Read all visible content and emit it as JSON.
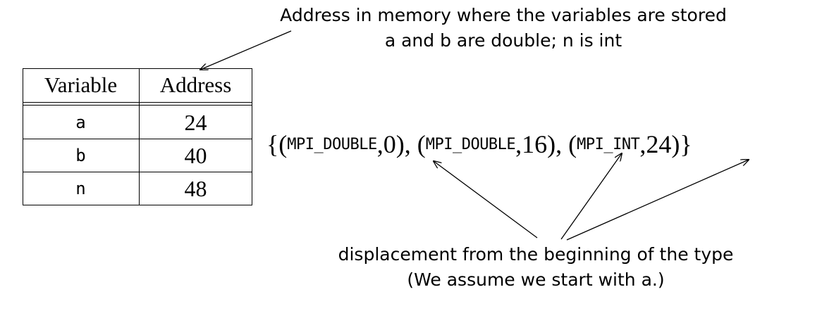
{
  "top_caption": {
    "line1": "Address in memory where the variables are stored",
    "line2": "a and b are double;  n is int"
  },
  "table": {
    "headers": [
      "Variable",
      "Address"
    ],
    "rows": [
      {
        "variable": "a",
        "address": "24"
      },
      {
        "variable": "b",
        "address": "40"
      },
      {
        "variable": "n",
        "address": "48"
      }
    ]
  },
  "type_map": {
    "open": "{(",
    "t1": "MPI_DOUBLE",
    "sep1": ", ",
    "d1": "0",
    "mid1": "), (",
    "t2": "MPI_DOUBLE",
    "sep2": ", ",
    "d2": "16",
    "mid2": "), (",
    "t3": "MPI_INT",
    "sep3": ", ",
    "d3": "24",
    "close": ")}"
  },
  "bottom_caption": {
    "line1": "displacement from the beginning of the type",
    "line2": "(We assume we start with a.)"
  }
}
